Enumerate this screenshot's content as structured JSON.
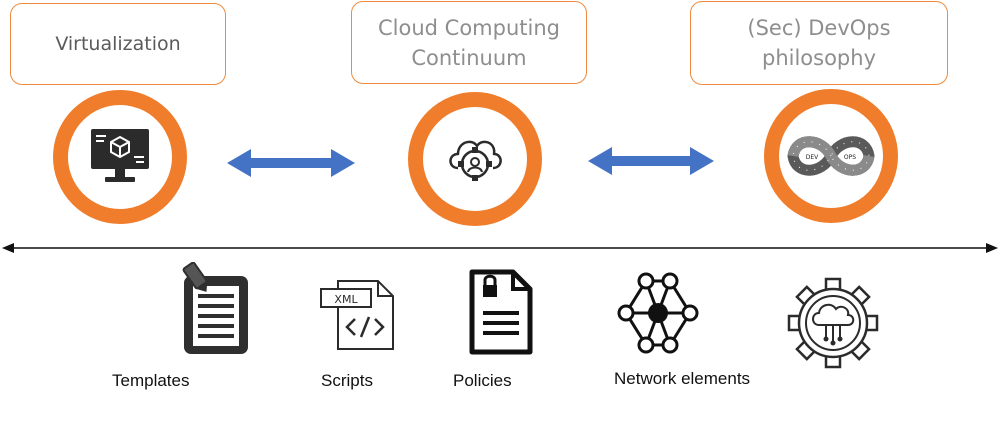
{
  "top_boxes": [
    {
      "id": "virtualization",
      "text": "Virtualization"
    },
    {
      "id": "cloud-computing-continuum",
      "text": "Cloud Computing\nContinuum"
    },
    {
      "id": "devops-philosophy",
      "text": "(Sec) DevOps\nphilosophy"
    }
  ],
  "circle_icons": [
    "computer-cube-icon",
    "cloud-gear-user-icon",
    "devops-infinity-icon"
  ],
  "devops_icon_labels": {
    "left": "DEV",
    "right": "OPS"
  },
  "connectors": [
    "double-arrow-left",
    "double-arrow-right",
    "timeline-axis-double-arrow"
  ],
  "artifacts": [
    {
      "icon": "template-notepad-icon",
      "label": "Templates"
    },
    {
      "icon": "xml-script-file-icon",
      "label": "Scripts",
      "icon_text": "XML"
    },
    {
      "icon": "locked-document-icon",
      "label": "Policies"
    },
    {
      "icon": "network-nodes-icon",
      "label": "Network elements"
    },
    {
      "icon": "cloud-gear-icon",
      "label": ""
    }
  ],
  "colors": {
    "orange": "#f07d2b",
    "box_border": "#f08a3c",
    "arrow_blue": "#4472c4",
    "icon_dark": "#2b2b2b",
    "text_gray": "#8e8e8e"
  }
}
